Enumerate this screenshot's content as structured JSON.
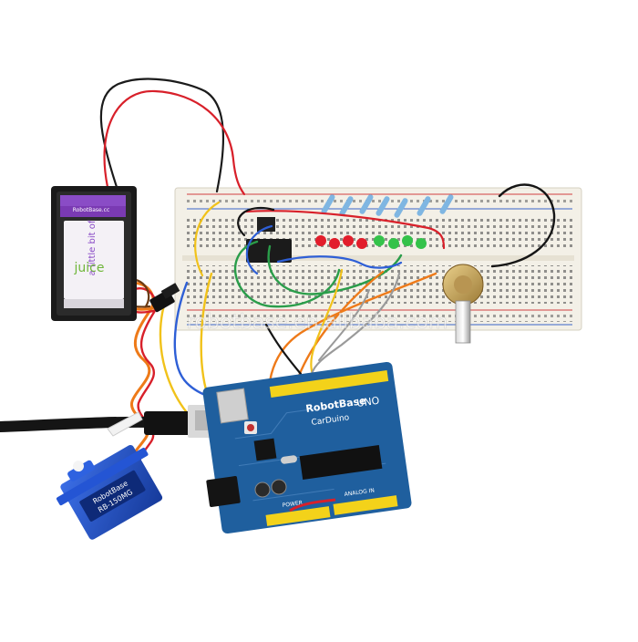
{
  "watermark": "robotbase.en.alibaba.com",
  "battery": {
    "label_line1": "a little bit of",
    "label_line2": "juice",
    "label_small": "RobotBase.cc"
  },
  "board": {
    "brand": "RobotBase",
    "model": "CarDuino",
    "type": "UNO",
    "header_analog": "ANALOG IN",
    "header_power": "POWER"
  },
  "servo": {
    "label_brand": "RobotBase",
    "label_model": "RB-150MG"
  },
  "colors": {
    "board_pcb": "#1f5f9e",
    "breadboard": "#f2efe6",
    "header_yellow": "#f3d21a",
    "servo_blue": "#1f4fc8",
    "battery_purple": "#7a3ab3",
    "wire_red": "#d8202a",
    "wire_green": "#2a9d4a",
    "wire_yellow": "#f1c21a",
    "wire_blue": "#2e5fd6",
    "wire_orange": "#ee7a19"
  }
}
